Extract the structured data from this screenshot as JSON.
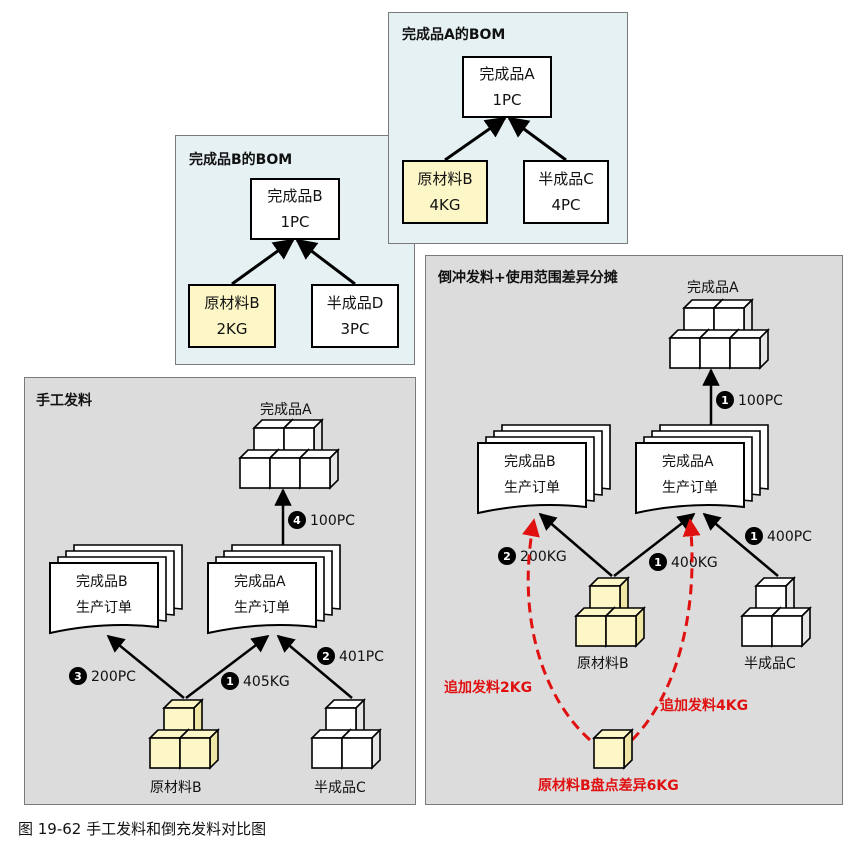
{
  "caption": "图 19-62 手工发料和倒充发料对比图",
  "bom_a": {
    "title": "完成品A的BOM",
    "root": {
      "name": "完成品A",
      "qty": "1PC"
    },
    "left": {
      "name": "原材料B",
      "qty": "4KG"
    },
    "right": {
      "name": "半成品C",
      "qty": "4PC"
    }
  },
  "bom_b": {
    "title": "完成品B的BOM",
    "root": {
      "name": "完成品B",
      "qty": "1PC"
    },
    "left": {
      "name": "原材料B",
      "qty": "2KG"
    },
    "right": {
      "name": "半成品D",
      "qty": "3PC"
    }
  },
  "manual": {
    "title": "手工发料",
    "product_a": "完成品A",
    "order_b": {
      "line1": "完成品B",
      "line2": "生产订单"
    },
    "order_a": {
      "line1": "完成品A",
      "line2": "生产订单"
    },
    "material_b": "原材料B",
    "semi_c": "半成品C",
    "steps": [
      {
        "num": "4",
        "text": "100PC"
      },
      {
        "num": "3",
        "text": "200PC"
      },
      {
        "num": "1",
        "text": "405KG"
      },
      {
        "num": "2",
        "text": "401PC"
      }
    ]
  },
  "backflush": {
    "title": "倒冲发料+使用范围差异分摊",
    "product_a": "完成品A",
    "order_b": {
      "line1": "完成品B",
      "line2": "生产订单"
    },
    "order_a": {
      "line1": "完成品A",
      "line2": "生产订单"
    },
    "material_b": "原材料B",
    "semi_c": "半成品C",
    "steps": [
      {
        "num": "1",
        "text": "100PC"
      },
      {
        "num": "2",
        "text": "200KG"
      },
      {
        "num": "1",
        "text": "400KG"
      },
      {
        "num": "1",
        "text": "400PC"
      }
    ],
    "add_left": "追加发料2KG",
    "add_right": "追加发料4KG",
    "variance": "原材料B盘点差异6KG"
  }
}
